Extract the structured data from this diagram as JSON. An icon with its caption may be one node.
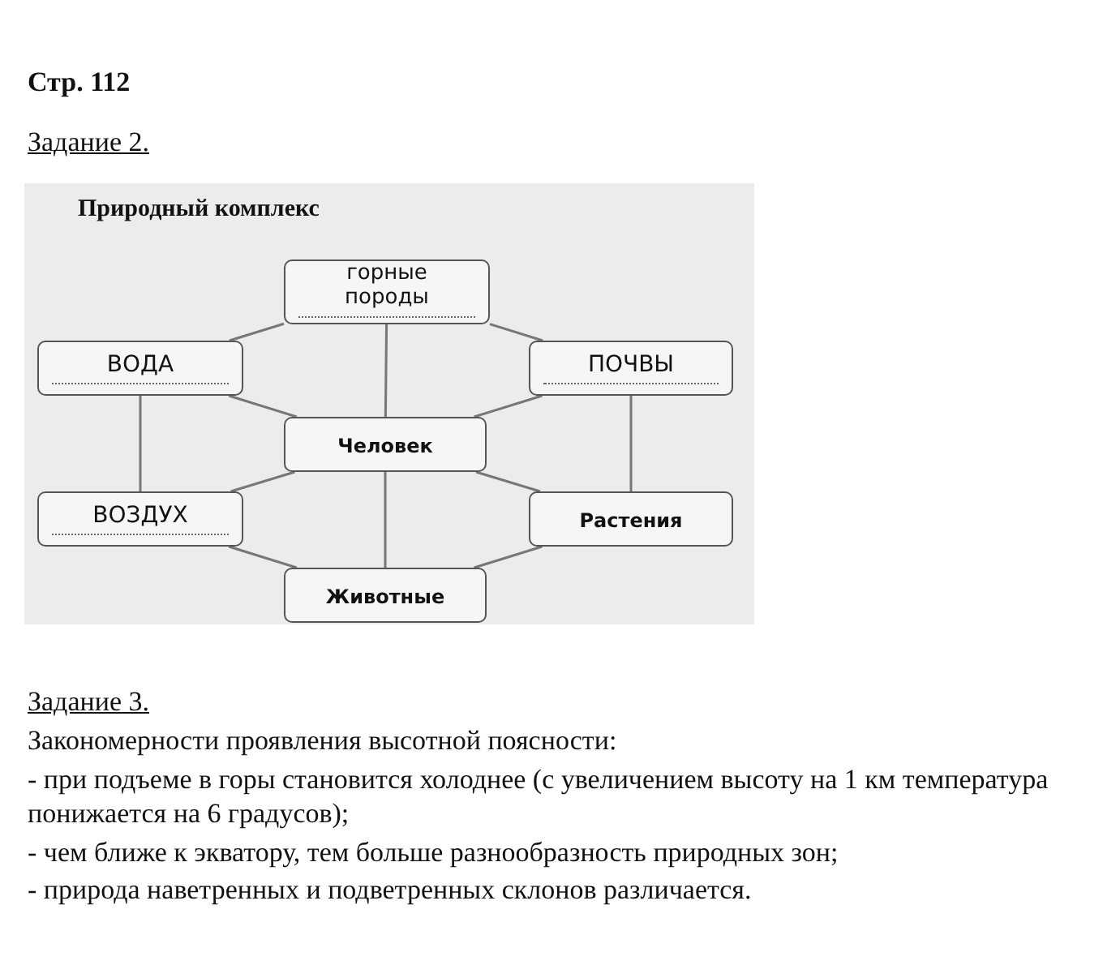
{
  "diagram": {
    "title": "Природный комплекс",
    "nodes": [
      {
        "text": [
          "горные породы"
        ]
      },
      {
        "text": [
          "ВОДА"
        ]
      },
      {
        "text": [
          "ПОЧВЫ"
        ]
      },
      {
        "text": [
          "Человек"
        ]
      },
      {
        "text": [
          "ВОЗДУХ"
        ]
      },
      {
        "text": [
          "Растения"
        ]
      },
      {
        "text": [
          "Животные"
        ]
      }
    ],
    "edges": [
      {
        "from": 0,
        "to": 1,
        "arrow": "none"
      },
      {
        "from": 0,
        "to": 2,
        "arrow": "none"
      },
      {
        "from": 0,
        "to": 3,
        "arrow": "none"
      },
      {
        "from": 1,
        "to": 3,
        "arrow": "none"
      },
      {
        "from": 2,
        "to": 3,
        "arrow": "none"
      },
      {
        "from": 1,
        "to": 4,
        "arrow": "none"
      },
      {
        "from": 2,
        "to": 5,
        "arrow": "none"
      },
      {
        "from": 3,
        "to": 4,
        "arrow": "none"
      },
      {
        "from": 3,
        "to": 5,
        "arrow": "none"
      },
      {
        "from": 3,
        "to": 6,
        "arrow": "none"
      },
      {
        "from": 4,
        "to": 6,
        "arrow": "none"
      },
      {
        "from": 5,
        "to": 6,
        "arrow": "none"
      }
    ],
    "labels": [
      "Стр. 112",
      "Задание 2.",
      "Задание 3.",
      "Закономерности проявления высотной поясности:",
      "- при подъеме в горы становится холоднее (с увеличением высоту на 1 км температура понижается на 6 градусов);",
      "- чем ближе к экватору, тем больше разнообразность природных зон;",
      "- природа наветренных и подветренных склонов различается."
    ]
  }
}
